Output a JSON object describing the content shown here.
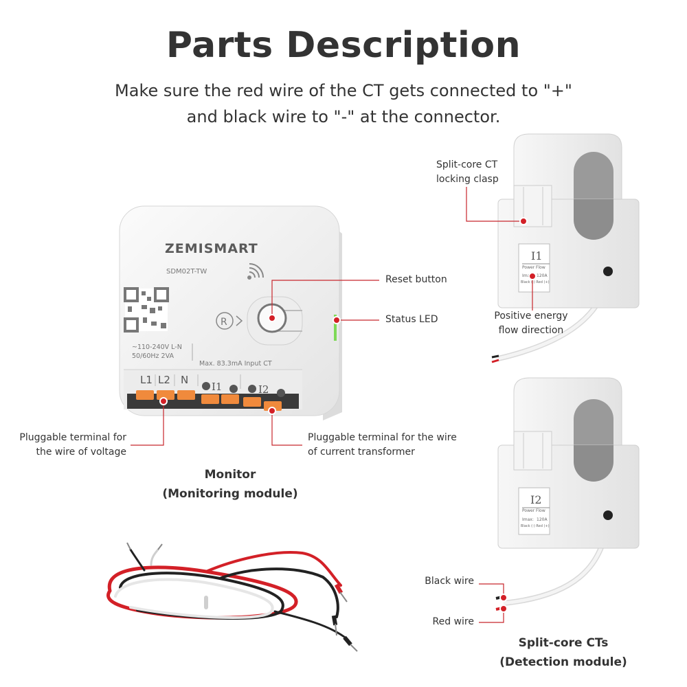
{
  "header": {
    "title": "Parts Description",
    "subtitle_line1": "Make sure the red wire of the CT gets connected to \"+\"",
    "subtitle_line2": "and black wire to \"-\" at the connector."
  },
  "monitor": {
    "brand": "ZEMISMART",
    "model": "SDM02T-TW",
    "reset_glyph": "R",
    "spec_line1": "~110-240V L-N",
    "spec_line2": "50/60Hz 2VA",
    "spec_line3": "Max. 83.3mA Input CT",
    "terminal_labels": [
      "L1",
      "L2",
      "N",
      "I1",
      "I2"
    ],
    "caption_line1": "Monitor",
    "caption_line2": "(Monitoring module)"
  },
  "callouts": {
    "reset_button": "Reset button",
    "status_led": "Status LED",
    "voltage_terminal_line1": "Pluggable terminal for",
    "voltage_terminal_line2": "the wire of voltage",
    "ct_terminal_line1": "Pluggable terminal for the wire",
    "ct_terminal_line2": "of current transformer",
    "clasp_line1": "Split-core CT",
    "clasp_line2": "locking clasp",
    "flow_line1": "Positive energy",
    "flow_line2": "flow direction",
    "black_wire": "Black wire",
    "red_wire": "Red wire"
  },
  "ct": {
    "ct1_label": "I1",
    "ct2_label": "I2",
    "flow_text": "Power Flow",
    "rating": "120A",
    "rating_prefix": "Imax:",
    "wire_text": "Black (-) Red (+)",
    "caption_line1": "Split-core CTs",
    "caption_line2": "(Detection module)"
  },
  "colors": {
    "accent_red": "#d32027",
    "callout_line": "#c8262c",
    "terminal_orange": "#f08a3c",
    "led_green": "#7ed957",
    "text_dark": "#333333"
  }
}
